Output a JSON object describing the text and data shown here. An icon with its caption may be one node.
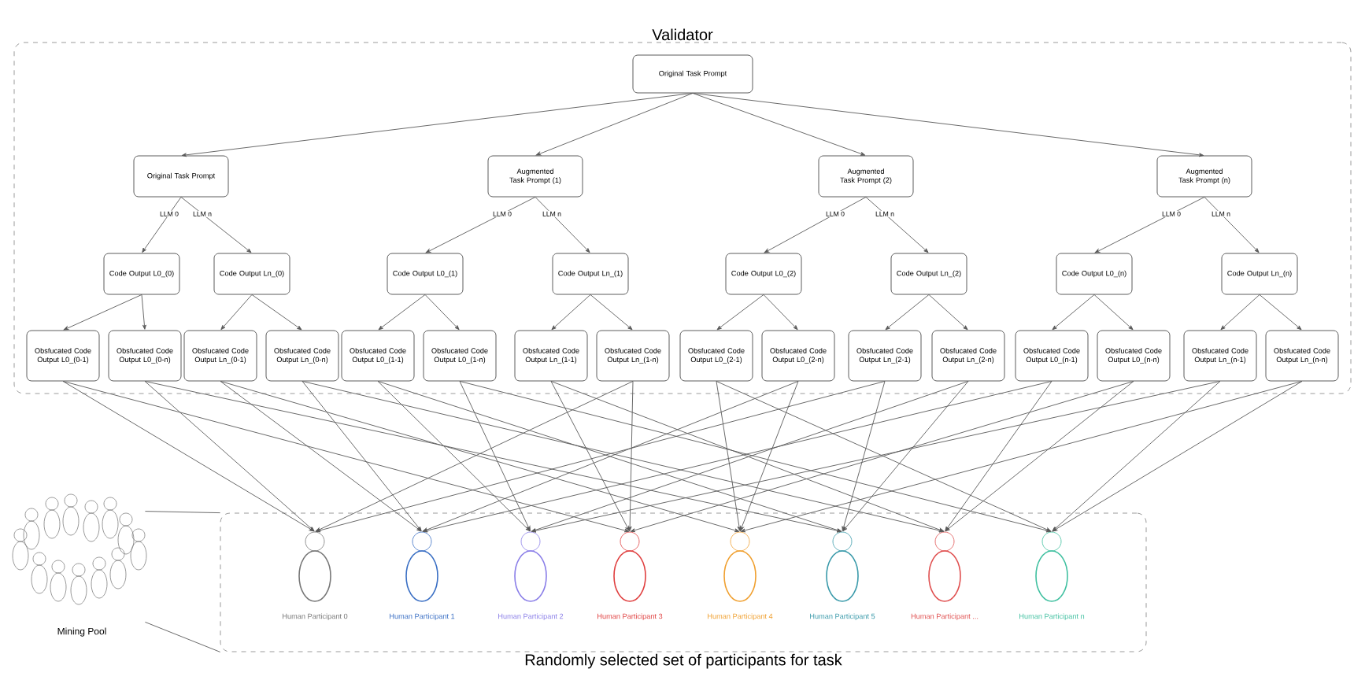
{
  "diagram": {
    "nodes": [
      {
        "text": [
          "Validator"
        ]
      },
      {
        "text": [
          "Original Task Prompt"
        ],
        "in": 0
      },
      {
        "text": [
          "Original Task Prompt"
        ],
        "in": 0
      },
      {
        "text": [
          "Augmented Task Prompt (1)"
        ],
        "in": 0
      },
      {
        "text": [
          "Augmented Task Prompt (2)"
        ],
        "in": 0
      },
      {
        "text": [
          "Augmented Task Prompt (n)"
        ],
        "in": 0
      },
      {
        "text": [
          "Code Output L0_(0)"
        ],
        "in": 0
      },
      {
        "text": [
          "Code Output Ln_(0)"
        ],
        "in": 0
      },
      {
        "text": [
          "Code Output L0_(1)"
        ],
        "in": 0
      },
      {
        "text": [
          "Code Output Ln_(1)"
        ],
        "in": 0
      },
      {
        "text": [
          "Code Output L0_(2)"
        ],
        "in": 0
      },
      {
        "text": [
          "Code Output Ln_(2)"
        ],
        "in": 0
      },
      {
        "text": [
          "Code Output L0_(n)"
        ],
        "in": 0
      },
      {
        "text": [
          "Code Output Ln_(n)"
        ],
        "in": 0
      },
      {
        "text": [
          "Obsfucated Code Output L0_(0-1)"
        ],
        "in": 0
      },
      {
        "text": [
          "Obsfucated Code Output L0_(0-n)"
        ],
        "in": 0
      },
      {
        "text": [
          "Obsfucated Code Output Ln_(0-1)"
        ],
        "in": 0
      },
      {
        "text": [
          "Obsfucated Code Output Ln_(0-n)"
        ],
        "in": 0
      },
      {
        "text": [
          "Obsfucated Code Output L0_(1-1)"
        ],
        "in": 0
      },
      {
        "text": [
          "Obsfucated Code Output L0_(1-n)"
        ],
        "in": 0
      },
      {
        "text": [
          "Obsfucated Code Output Ln_(1-1)"
        ],
        "in": 0
      },
      {
        "text": [
          "Obsfucated Code Output Ln_(1-n)"
        ],
        "in": 0
      },
      {
        "text": [
          "Obsfucated Code Output L0_(2-1)"
        ],
        "in": 0
      },
      {
        "text": [
          "Obsfucated Code Output L0_(2-n)"
        ],
        "in": 0
      },
      {
        "text": [
          "Obsfucated Code Output Ln_(2-1)"
        ],
        "in": 0
      },
      {
        "text": [
          "Obsfucated Code Output Ln_(2-n)"
        ],
        "in": 0
      },
      {
        "text": [
          "Obsfucated Code Output L0_(n-1)"
        ],
        "in": 0
      },
      {
        "text": [
          "Obsfucated Code Output L0_(n-n)"
        ],
        "in": 0
      },
      {
        "text": [
          "Obsfucated Code Output Ln_(n-1)"
        ],
        "in": 0
      },
      {
        "text": [
          "Obsfucated Code Output Ln_(n-n)"
        ],
        "in": 0
      },
      {
        "text": [
          "Randomly selected set of participants for task"
        ]
      },
      {
        "text": [
          "Human Participant 0"
        ],
        "in": 30
      },
      {
        "text": [
          "Human Participant 1"
        ],
        "in": 30
      },
      {
        "text": [
          "Human Participant 2"
        ],
        "in": 30
      },
      {
        "text": [
          "Human Participant 3"
        ],
        "in": 30
      },
      {
        "text": [
          "Human Participant 4"
        ],
        "in": 30
      },
      {
        "text": [
          "Human Participant 5"
        ],
        "in": 30
      },
      {
        "text": [
          "Human Participant ..."
        ],
        "in": 30
      },
      {
        "text": [
          "Human Participant n"
        ],
        "in": 30
      },
      {
        "text": [
          "Mining Pool"
        ]
      }
    ],
    "edges": [
      {
        "from": 1,
        "to": 2,
        "arrow": "to"
      },
      {
        "from": 1,
        "to": 3,
        "arrow": "to"
      },
      {
        "from": 1,
        "to": 4,
        "arrow": "to"
      },
      {
        "from": 1,
        "to": 5,
        "arrow": "to"
      },
      {
        "from": 2,
        "to": 6,
        "arrow": "to",
        "label": "LLM 0"
      },
      {
        "from": 2,
        "to": 7,
        "arrow": "to",
        "label": "LLM n"
      },
      {
        "from": 3,
        "to": 8,
        "arrow": "to",
        "label": "LLM 0"
      },
      {
        "from": 3,
        "to": 9,
        "arrow": "to",
        "label": "LLM n"
      },
      {
        "from": 4,
        "to": 10,
        "arrow": "to",
        "label": "LLM 0"
      },
      {
        "from": 4,
        "to": 11,
        "arrow": "to",
        "label": "LLM n"
      },
      {
        "from": 5,
        "to": 12,
        "arrow": "to",
        "label": "LLM 0"
      },
      {
        "from": 5,
        "to": 13,
        "arrow": "to",
        "label": "LLM n"
      },
      {
        "from": 6,
        "to": 14,
        "arrow": "to"
      },
      {
        "from": 6,
        "to": 15,
        "arrow": "to"
      },
      {
        "from": 7,
        "to": 16,
        "arrow": "to"
      },
      {
        "from": 7,
        "to": 17,
        "arrow": "to"
      },
      {
        "from": 8,
        "to": 18,
        "arrow": "to"
      },
      {
        "from": 8,
        "to": 19,
        "arrow": "to"
      },
      {
        "from": 9,
        "to": 20,
        "arrow": "to"
      },
      {
        "from": 9,
        "to": 21,
        "arrow": "to"
      },
      {
        "from": 10,
        "to": 22,
        "arrow": "to"
      },
      {
        "from": 10,
        "to": 23,
        "arrow": "to"
      },
      {
        "from": 11,
        "to": 24,
        "arrow": "to"
      },
      {
        "from": 11,
        "to": 25,
        "arrow": "to"
      },
      {
        "from": 12,
        "to": 26,
        "arrow": "to"
      },
      {
        "from": 12,
        "to": 27,
        "arrow": "to"
      },
      {
        "from": 13,
        "to": 28,
        "arrow": "to"
      },
      {
        "from": 13,
        "to": 29,
        "arrow": "to"
      },
      {
        "from": 14,
        "to": 31,
        "arrow": "to"
      },
      {
        "from": 14,
        "to": 34,
        "arrow": "to"
      },
      {
        "from": 15,
        "to": 31,
        "arrow": "to"
      },
      {
        "from": 15,
        "to": 36,
        "arrow": "to"
      },
      {
        "from": 16,
        "to": 32,
        "arrow": "to"
      },
      {
        "from": 16,
        "to": 35,
        "arrow": "to"
      },
      {
        "from": 17,
        "to": 32,
        "arrow": "to"
      },
      {
        "from": 17,
        "to": 37,
        "arrow": "to"
      },
      {
        "from": 18,
        "to": 33,
        "arrow": "to"
      },
      {
        "from": 18,
        "to": 36,
        "arrow": "to"
      },
      {
        "from": 19,
        "to": 33,
        "arrow": "to"
      },
      {
        "from": 19,
        "to": 38,
        "arrow": "to"
      },
      {
        "from": 20,
        "to": 34,
        "arrow": "to"
      },
      {
        "from": 20,
        "to": 37,
        "arrow": "to"
      },
      {
        "from": 21,
        "to": 34,
        "arrow": "to"
      },
      {
        "from": 21,
        "to": 31,
        "arrow": "to"
      },
      {
        "from": 22,
        "to": 35,
        "arrow": "to"
      },
      {
        "from": 22,
        "to": 38,
        "arrow": "to"
      },
      {
        "from": 23,
        "to": 35,
        "arrow": "to"
      },
      {
        "from": 23,
        "to": 32,
        "arrow": "to"
      },
      {
        "from": 24,
        "to": 36,
        "arrow": "to"
      },
      {
        "from": 24,
        "to": 31,
        "arrow": "to"
      },
      {
        "from": 25,
        "to": 36,
        "arrow": "to"
      },
      {
        "from": 25,
        "to": 33,
        "arrow": "to"
      },
      {
        "from": 26,
        "to": 37,
        "arrow": "to"
      },
      {
        "from": 26,
        "to": 32,
        "arrow": "to"
      },
      {
        "from": 27,
        "to": 37,
        "arrow": "to"
      },
      {
        "from": 27,
        "to": 34,
        "arrow": "to"
      },
      {
        "from": 28,
        "to": 38,
        "arrow": "to"
      },
      {
        "from": 28,
        "to": 33,
        "arrow": "to"
      },
      {
        "from": 29,
        "to": 38,
        "arrow": "to"
      },
      {
        "from": 29,
        "to": 35,
        "arrow": "to"
      },
      {
        "from": 39,
        "to": 30,
        "arrow": "none"
      },
      {
        "from": 39,
        "to": 30,
        "arrow": "none"
      }
    ]
  }
}
